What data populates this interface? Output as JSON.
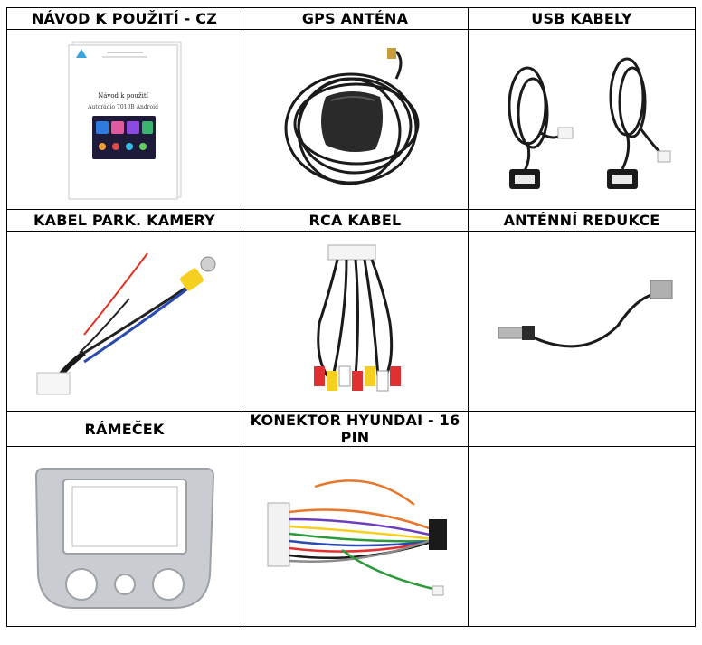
{
  "cells": [
    {
      "label": "NÁVOD K POUŽITÍ - CZ",
      "image": "manual-booklet"
    },
    {
      "label": "GPS ANTÉNA",
      "image": "gps-antenna"
    },
    {
      "label": "USB KABELY",
      "image": "usb-cables"
    },
    {
      "label": "KABEL PARK. KAMERY",
      "image": "camera-cable"
    },
    {
      "label": "RCA KABEL",
      "image": "rca-cable"
    },
    {
      "label": "ANTÉNNÍ REDUKCE",
      "image": "antenna-adapter"
    },
    {
      "label": "RÁMEČEK",
      "image": "dash-frame"
    },
    {
      "label": "KONEKTOR HYUNDAI - 16 PIN",
      "image": "hyundai-connector"
    },
    {
      "label": "",
      "image": ""
    }
  ],
  "manual": {
    "title": "Návod k použití",
    "subtitle": "Autorádio 7010B Android"
  },
  "colors": {
    "border": "#000000",
    "cable": "#1a1a1a",
    "frame": "#c9ccd0"
  }
}
